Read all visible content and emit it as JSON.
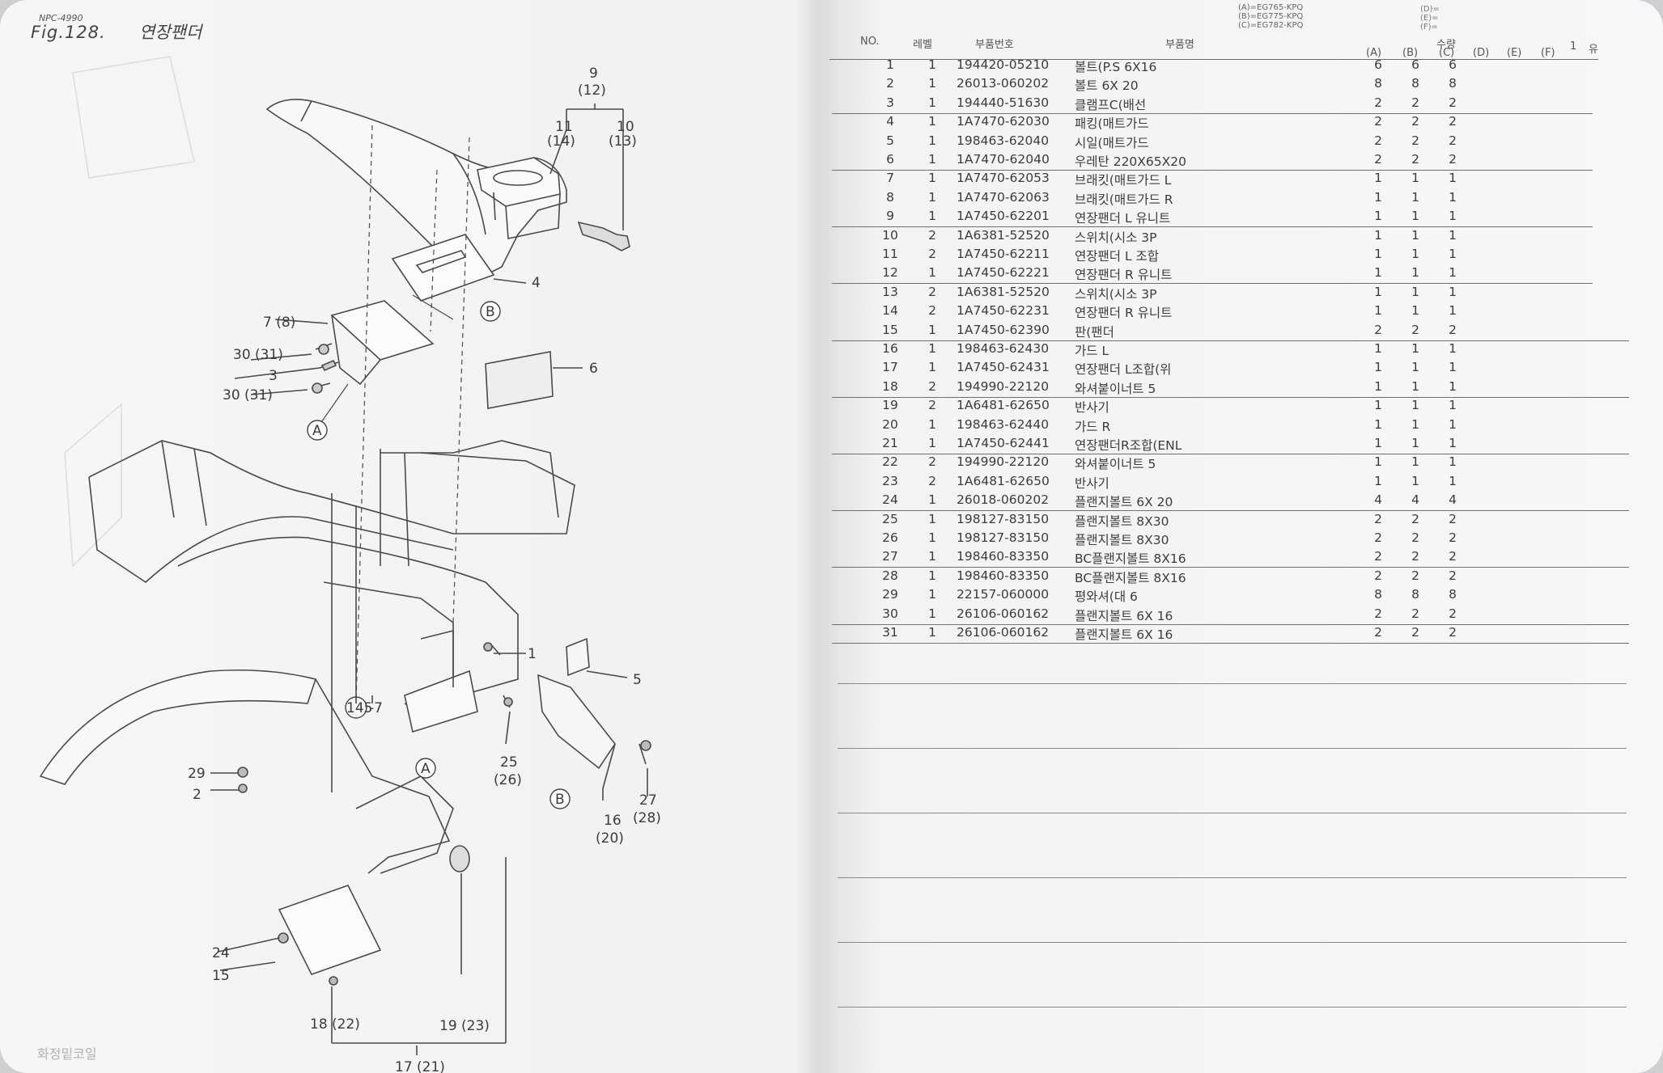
{
  "page": {
    "model_small": "NPC-4990",
    "fig_label": "Fig.128.",
    "fig_title": "연장팬더",
    "footer": "화정밑코일"
  },
  "variants": {
    "a": "(A)=EG765-KPQ",
    "b": "(B)=EG775-KPQ",
    "c": "(C)=EG782-KPQ",
    "d": "(D)=",
    "e": "(E)=",
    "f": "(F)="
  },
  "table": {
    "headers": {
      "no": "NO.",
      "level": "레벨",
      "part_no": "부품번호",
      "name": "부품명",
      "qty": "수량",
      "cols": [
        "(A)",
        "(B)",
        "(C)",
        "(D)",
        "(E)",
        "(F)"
      ],
      "extra1": "1",
      "extra2": "유"
    },
    "rows": [
      {
        "no": "1",
        "lv": "1",
        "pn": "194420-05210",
        "name": "볼트(P.S 6X16",
        "a": "6",
        "b": "6",
        "c": "6"
      },
      {
        "no": "2",
        "lv": "1",
        "pn": "26013-060202",
        "name": "볼트 6X 20",
        "a": "8",
        "b": "8",
        "c": "8"
      },
      {
        "no": "3",
        "lv": "1",
        "pn": "194440-51630",
        "name": "클램프C(배선",
        "a": "2",
        "b": "2",
        "c": "2"
      },
      {
        "no": "4",
        "lv": "1",
        "pn": "1A7470-62030",
        "name": "패킹(매트가드",
        "a": "2",
        "b": "2",
        "c": "2"
      },
      {
        "no": "5",
        "lv": "1",
        "pn": "198463-62040",
        "name": "시일(매트가드",
        "a": "2",
        "b": "2",
        "c": "2"
      },
      {
        "no": "6",
        "lv": "1",
        "pn": "1A7470-62040",
        "name": "우레탄 220X65X20",
        "a": "2",
        "b": "2",
        "c": "2"
      },
      {
        "no": "7",
        "lv": "1",
        "pn": "1A7470-62053",
        "name": "브래킷(매트가드 L",
        "a": "1",
        "b": "1",
        "c": "1"
      },
      {
        "no": "8",
        "lv": "1",
        "pn": "1A7470-62063",
        "name": "브래킷(매트가드 R",
        "a": "1",
        "b": "1",
        "c": "1"
      },
      {
        "no": "9",
        "lv": "1",
        "pn": "1A7450-62201",
        "name": "연장팬더 L 유니트",
        "a": "1",
        "b": "1",
        "c": "1"
      },
      {
        "no": "10",
        "lv": "2",
        "pn": "1A6381-52520",
        "name": "스위치(시소 3P",
        "a": "1",
        "b": "1",
        "c": "1"
      },
      {
        "no": "11",
        "lv": "2",
        "pn": "1A7450-62211",
        "name": "연장팬더 L 조합",
        "a": "1",
        "b": "1",
        "c": "1"
      },
      {
        "no": "12",
        "lv": "1",
        "pn": "1A7450-62221",
        "name": "연장팬더 R 유니트",
        "a": "1",
        "b": "1",
        "c": "1"
      },
      {
        "no": "13",
        "lv": "2",
        "pn": "1A6381-52520",
        "name": "스위치(시소 3P",
        "a": "1",
        "b": "1",
        "c": "1"
      },
      {
        "no": "14",
        "lv": "2",
        "pn": "1A7450-62231",
        "name": "연장팬더 R 유니트",
        "a": "1",
        "b": "1",
        "c": "1"
      },
      {
        "no": "15",
        "lv": "1",
        "pn": "1A7450-62390",
        "name": "판(팬더",
        "a": "2",
        "b": "2",
        "c": "2"
      },
      {
        "no": "16",
        "lv": "1",
        "pn": "198463-62430",
        "name": "가드 L",
        "a": "1",
        "b": "1",
        "c": "1"
      },
      {
        "no": "17",
        "lv": "1",
        "pn": "1A7450-62431",
        "name": "연장팬더 L조합(위",
        "a": "1",
        "b": "1",
        "c": "1"
      },
      {
        "no": "18",
        "lv": "2",
        "pn": "194990-22120",
        "name": "와셔붙이너트 5",
        "a": "1",
        "b": "1",
        "c": "1"
      },
      {
        "no": "19",
        "lv": "2",
        "pn": "1A6481-62650",
        "name": "반사기",
        "a": "1",
        "b": "1",
        "c": "1"
      },
      {
        "no": "20",
        "lv": "1",
        "pn": "198463-62440",
        "name": "가드 R",
        "a": "1",
        "b": "1",
        "c": "1"
      },
      {
        "no": "21",
        "lv": "1",
        "pn": "1A7450-62441",
        "name": "연장팬더R조합(ENL",
        "a": "1",
        "b": "1",
        "c": "1"
      },
      {
        "no": "22",
        "lv": "2",
        "pn": "194990-22120",
        "name": "와셔붙이너트 5",
        "a": "1",
        "b": "1",
        "c": "1"
      },
      {
        "no": "23",
        "lv": "2",
        "pn": "1A6481-62650",
        "name": "반사기",
        "a": "1",
        "b": "1",
        "c": "1"
      },
      {
        "no": "24",
        "lv": "1",
        "pn": "26018-060202",
        "name": "플랜지볼트 6X 20",
        "a": "4",
        "b": "4",
        "c": "4"
      },
      {
        "no": "25",
        "lv": "1",
        "pn": "198127-83150",
        "name": "플랜지볼트 8X30",
        "a": "2",
        "b": "2",
        "c": "2"
      },
      {
        "no": "26",
        "lv": "1",
        "pn": "198127-83150",
        "name": "플랜지볼트 8X30",
        "a": "2",
        "b": "2",
        "c": "2"
      },
      {
        "no": "27",
        "lv": "1",
        "pn": "198460-83350",
        "name": "BC플랜지볼트 8X16",
        "a": "2",
        "b": "2",
        "c": "2"
      },
      {
        "no": "28",
        "lv": "1",
        "pn": "198460-83350",
        "name": "BC플랜지볼트 8X16",
        "a": "2",
        "b": "2",
        "c": "2"
      },
      {
        "no": "29",
        "lv": "1",
        "pn": "22157-060000",
        "name": "평와셔(대 6",
        "a": "8",
        "b": "8",
        "c": "8"
      },
      {
        "no": "30",
        "lv": "1",
        "pn": "26106-060162",
        "name": "플랜지볼트 6X 16",
        "a": "2",
        "b": "2",
        "c": "2"
      },
      {
        "no": "31",
        "lv": "1",
        "pn": "26106-060162",
        "name": "플랜지볼트 6X 16",
        "a": "2",
        "b": "2",
        "c": "2"
      }
    ]
  },
  "callouts": {
    "c9": "9",
    "c12": "(12)",
    "c11": "11",
    "c14": "(14)",
    "c10": "10",
    "c13": "(13)",
    "c4": "4",
    "c6": "6",
    "c7": "7 (8)",
    "c30a": "30 (31)",
    "c3": "3",
    "c30b": "30 (31)",
    "cA1": "A",
    "cB1": "B",
    "c1": "1",
    "c5": "5",
    "c145": "145",
    "c145b": "-7",
    "c25": "25",
    "c26": "(26)",
    "cA2": "A",
    "cB2": "B",
    "c16": "16",
    "c20": "(20)",
    "c27": "27",
    "c28": "(28)",
    "c29": "29",
    "c2": "2",
    "c24": "24",
    "c15": "15",
    "c18": "18 (22)",
    "c19": "19 (23)",
    "c17": "17 (21)"
  }
}
